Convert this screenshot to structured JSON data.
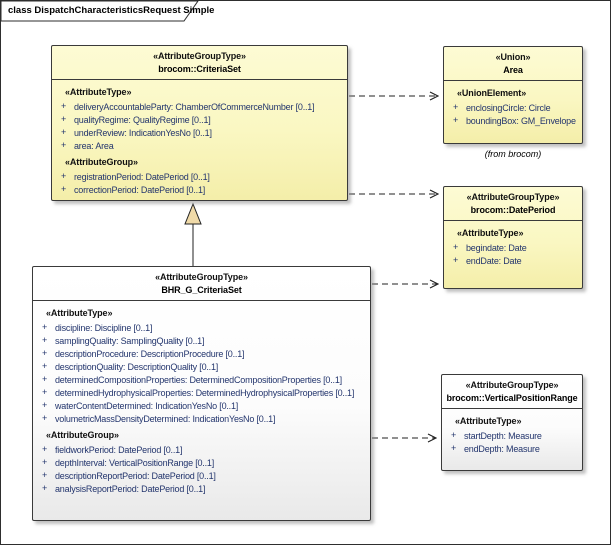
{
  "frame": {
    "title": "class DispatchCharacteristicsRequest Simple"
  },
  "attr_prefix": "+",
  "colors": {
    "box_yellow_fill": "#FAF7C2",
    "box_white_fill": "#FFFFFF",
    "box_border": "#3A3A3A",
    "attribute_text": "#23356D",
    "generalization_triangle_fill": "#F0DAA8",
    "shadow": "#8C8C8C"
  },
  "classes": {
    "criteria_set": {
      "stereotype": "«AttributeGroupType»",
      "name": "brocom::CriteriaSet",
      "sections": [
        {
          "label": "«AttributeType»",
          "items": [
            "deliveryAccountableParty: ChamberOfCommerceNumber [0..1]",
            "qualityRegime: QualityRegime [0..1]",
            "underReview: IndicationYesNo [0..1]",
            "area: Area"
          ]
        },
        {
          "label": "«AttributeGroup»",
          "items": [
            "registrationPeriod: DatePeriod [0..1]",
            "correctionPeriod: DatePeriod [0..1]"
          ]
        }
      ]
    },
    "area": {
      "stereotype": "«Union»",
      "name": "Area",
      "note": "(from brocom)",
      "sections": [
        {
          "label": "«UnionElement»",
          "items": [
            "enclosingCircle: Circle",
            "boundingBox: GM_Envelope"
          ]
        }
      ]
    },
    "date_period": {
      "stereotype": "«AttributeGroupType»",
      "name": "brocom::DatePeriod",
      "sections": [
        {
          "label": "«AttributeType»",
          "items": [
            "begindate: Date",
            "endDate: Date"
          ]
        }
      ]
    },
    "bhr_g_criteria_set": {
      "stereotype": "«AttributeGroupType»",
      "name": "BHR_G_CriteriaSet",
      "sections": [
        {
          "label": "«AttributeType»",
          "items": [
            "discipline: Discipline [0..1]",
            "samplingQuality: SamplingQuality [0..1]",
            "descriptionProcedure: DescriptionProcedure [0..1]",
            "descriptionQuality: DescriptionQuality [0..1]",
            "determinedCompositionProperties: DeterminedCompositionProperties [0..1]",
            "determinedHydrophysicalProperties: DeterminedHydrophysicalProperties [0..1]",
            "waterContentDetermined: IndicationYesNo [0..1]",
            "volumetricMassDensityDetermined: IndicationYesNo [0..1]"
          ]
        },
        {
          "label": "«AttributeGroup»",
          "items": [
            "fieldworkPeriod: DatePeriod [0..1]",
            "depthInterval: VerticalPositionRange [0..1]",
            "descriptionReportPeriod: DatePeriod [0..1]",
            "analysisReportPeriod: DatePeriod [0..1]"
          ]
        }
      ]
    },
    "vertical_position_range": {
      "stereotype": "«AttributeGroupType»",
      "name": "brocom::VerticalPositionRange",
      "sections": [
        {
          "label": "«AttributeType»",
          "items": [
            "startDepth: Measure",
            "endDepth: Measure"
          ]
        }
      ]
    }
  },
  "connectors": [
    {
      "type": "dependency",
      "from": "brocom::CriteriaSet",
      "to": "Area"
    },
    {
      "type": "dependency",
      "from": "brocom::CriteriaSet",
      "to": "brocom::DatePeriod"
    },
    {
      "type": "dependency",
      "from": "BHR_G_CriteriaSet",
      "to": "brocom::DatePeriod"
    },
    {
      "type": "dependency",
      "from": "BHR_G_CriteriaSet",
      "to": "brocom::VerticalPositionRange"
    },
    {
      "type": "generalization",
      "from": "BHR_G_CriteriaSet",
      "to": "brocom::CriteriaSet"
    }
  ]
}
